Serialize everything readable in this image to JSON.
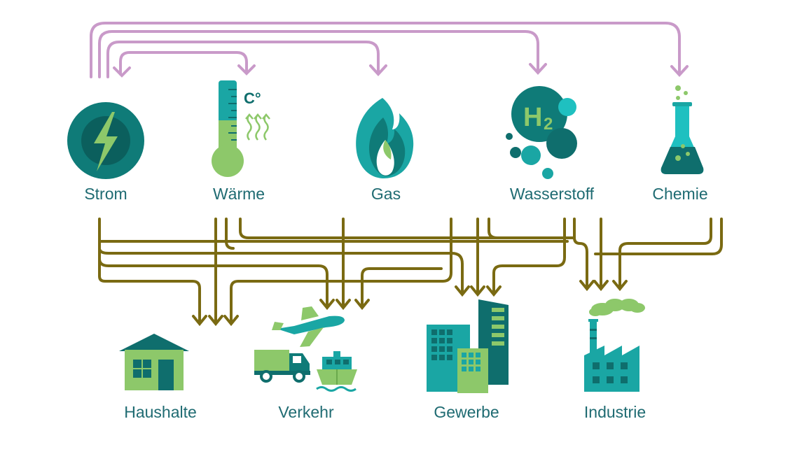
{
  "colors": {
    "top_arrows": "#c99ac9",
    "bottom_arrows": "#7a6a12",
    "teal_dark": "#0f6e6d",
    "teal": "#1aa6a4",
    "teal_light": "#1fc0c0",
    "green": "#8dc86a",
    "label": "#1f6b72"
  },
  "sources": [
    {
      "id": "strom",
      "label": "Strom",
      "icon": "lightning-icon"
    },
    {
      "id": "waerme",
      "label": "Wärme",
      "icon": "thermometer-icon",
      "unit": "C°"
    },
    {
      "id": "gas",
      "label": "Gas",
      "icon": "flame-icon"
    },
    {
      "id": "wasserstoff",
      "label": "Wasserstoff",
      "icon": "hydrogen-icon",
      "formula": "H",
      "subscript": "2"
    },
    {
      "id": "chemie",
      "label": "Chemie",
      "icon": "flask-icon"
    }
  ],
  "sectors": [
    {
      "id": "haushalte",
      "label": "Haushalte",
      "icon": "house-icon"
    },
    {
      "id": "verkehr",
      "label": "Verkehr",
      "icon": "transport-icon"
    },
    {
      "id": "gewerbe",
      "label": "Gewerbe",
      "icon": "office-buildings-icon"
    },
    {
      "id": "industrie",
      "label": "Industrie",
      "icon": "factory-icon"
    }
  ]
}
